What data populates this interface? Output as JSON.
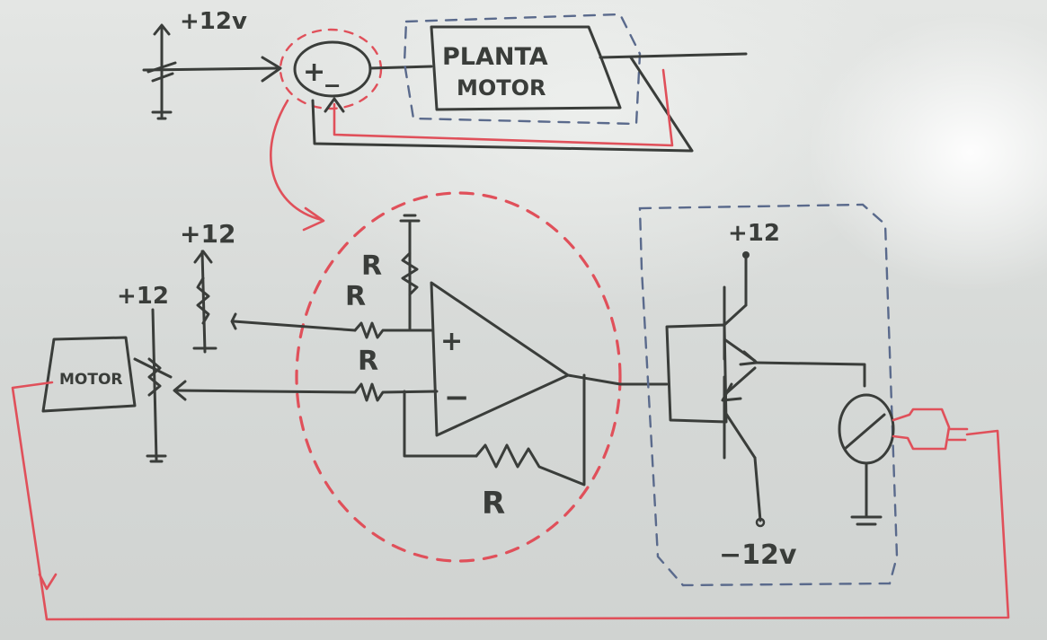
{
  "top_loop": {
    "supply_label": "+12v",
    "summing_junction_label": "+_",
    "plant_label_line1": "PLANTA",
    "plant_label_line2": "MOTOR"
  },
  "control_circuit": {
    "supply_pot": "+12",
    "supply_motor": "+12",
    "motor_label": "MOTOR",
    "r_top": "R",
    "r_plus": "R",
    "r_minus": "R",
    "r_feedback": "R",
    "opamp_plus": "+",
    "opamp_minus": "−"
  },
  "driver_stage": {
    "supply_pos": "+12",
    "supply_neg": "−12v"
  },
  "colors": {
    "ink": "#3a3d3a",
    "red_marker": "#e0505a",
    "blue_marker": "#5a6a8c",
    "board": "#dcdfdc"
  }
}
